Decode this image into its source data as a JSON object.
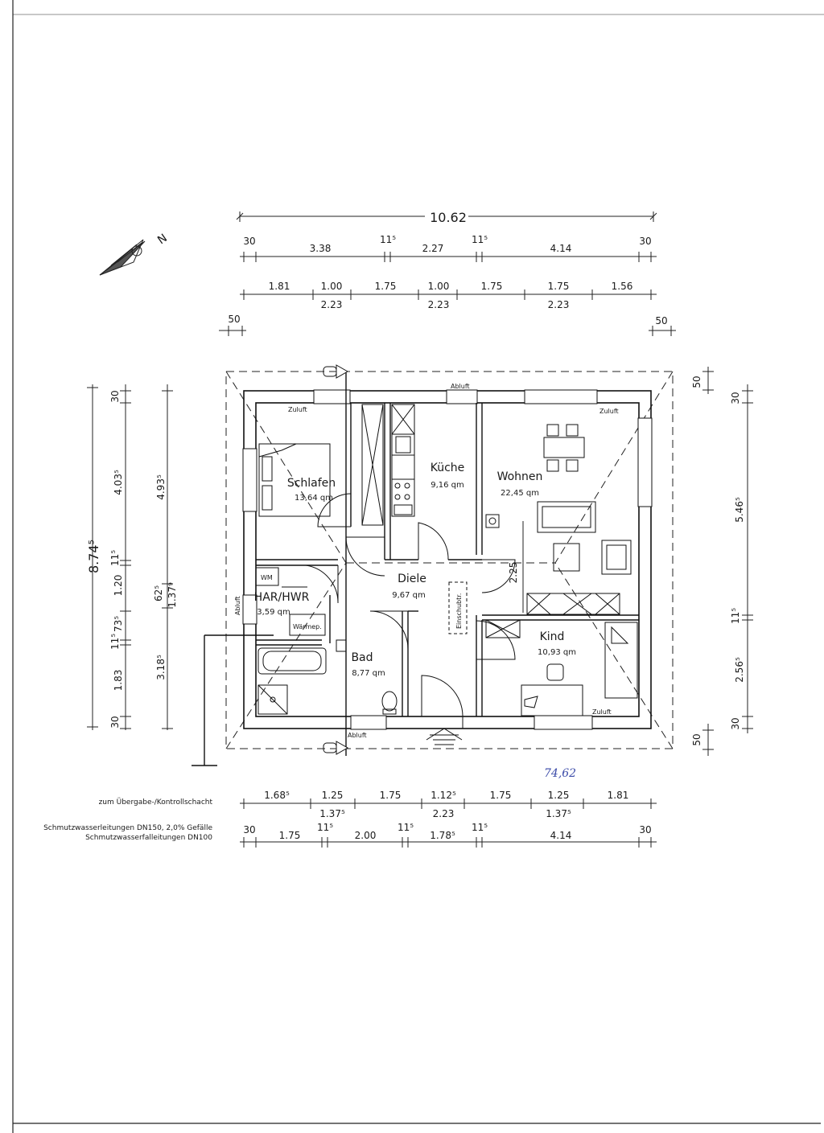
{
  "overall_width": "10.62",
  "top_row1": [
    "30",
    "3.38",
    "11⁵",
    "2.27",
    "11⁵",
    "4.14",
    "30"
  ],
  "top_row2_upper": [
    "1.81",
    "1.00",
    "1.75",
    "1.00",
    "1.75",
    "1.75",
    "1.56"
  ],
  "top_row2_lower": [
    "2.23",
    "2.23",
    "2.23"
  ],
  "eave_left": "50",
  "eave_right": "50",
  "left_total": "8.74⁵",
  "left_col1": [
    "30",
    "4.03⁵",
    "11⁵",
    "1.20",
    "73⁵",
    "11⁵",
    "1.83",
    "30"
  ],
  "left_col2": [
    "4.93⁵",
    "62⁵",
    "1.37⁹",
    "3.18⁵"
  ],
  "right_col1": [
    "50",
    "50"
  ],
  "right_col2": [
    "30",
    "5.46⁵",
    "11⁵",
    "2.56⁵",
    "30"
  ],
  "right_dim_225": "2.25",
  "bottom_row1_upper": [
    "1.68⁵",
    "1.25",
    "1.75",
    "1.12⁵",
    "1.75",
    "1.25",
    "1.81"
  ],
  "bottom_row1_lower": [
    "1.37⁵",
    "2.23",
    "1.37⁵"
  ],
  "bottom_row2": [
    "30",
    "1.75",
    "11⁵",
    "2.00",
    "11⁵",
    "1.78⁵",
    "11⁵",
    "4.14",
    "30"
  ],
  "rooms": {
    "schlafen": {
      "name": "Schlafen",
      "area": "13,64 qm"
    },
    "kueche": {
      "name": "Küche",
      "area": "9,16 qm"
    },
    "wohnen": {
      "name": "Wohnen",
      "area": "22,45 qm"
    },
    "diele": {
      "name": "Diele",
      "area": "9,67 qm"
    },
    "har": {
      "name": "HAR/HWR",
      "area": "3,59 qm"
    },
    "bad": {
      "name": "Bad",
      "area": "8,77 qm"
    },
    "kind": {
      "name": "Kind",
      "area": "10,93 qm"
    }
  },
  "labels": {
    "zuluft": "Zuluft",
    "abluft": "Abluft",
    "wm": "WM",
    "waermep": "Wärmep.",
    "einschubtr": "Einschubtr."
  },
  "north": "N",
  "handwritten_total": "74,62",
  "legend": [
    "zum Übergabe-/Kontrollschacht",
    "Schmutzwasserleitungen DN150, 2,0% Gefälle",
    "Schmutzwasserfalleitungen DN100"
  ]
}
